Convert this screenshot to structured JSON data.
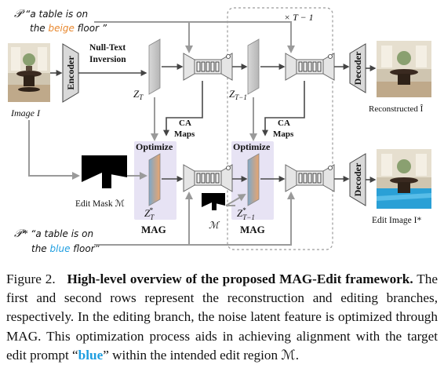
{
  "diagram": {
    "prompt_source_symbol": "𝒫",
    "prompt_source_text_a": "“a table is on",
    "prompt_source_text_b_pre": "the ",
    "prompt_source_text_b_word": "beige",
    "prompt_source_text_b_post": " floor ”",
    "prompt_target_symbol": "𝒫*",
    "prompt_target_text_a": "“a table is on",
    "prompt_target_text_b_pre": "the ",
    "prompt_target_text_b_word": "blue",
    "prompt_target_text_b_post": " floor”",
    "image_label": "Image I",
    "encoder_label": "Encoder",
    "inversion_label_1": "Null-Text",
    "inversion_label_2": "Inversion",
    "z_t_label": "ZT",
    "z_t1_label": "ZT−1",
    "repeat_label": "× T − 1",
    "decoder_label_top": "Decoder",
    "decoder_label_bottom": "Decoder",
    "reconstructed_label": "Reconstructed Î",
    "ca_maps_1a": "CA",
    "ca_maps_1b": "Maps",
    "ca_maps_2a": "CA",
    "ca_maps_2b": "Maps",
    "optimize_1": "Optimize",
    "optimize_2": "Optimize",
    "zt_star_label": "ZT*",
    "zt1_star_label": "ZT−1*",
    "mag_1": "MAG",
    "mag_2": "MAG",
    "edit_mask_label": "Edit Mask ℳ",
    "mask_small_label": "ℳ",
    "edit_image_label": "Edit Image I*",
    "colors": {
      "beige": "#e8882f",
      "blue": "#1e9ee0",
      "optimize": "#7a3fbf",
      "mag_region": "#e7e3f4"
    }
  },
  "caption": {
    "fig_label": "Figure 2.",
    "title": "High-level overview of the proposed MAG-Edit framework.",
    "text_1": "The first and second rows represent the reconstruction and editing branches, respectively. In the editing branch, the noise latent feature is optimized through MAG. This optimization process aids in achieving alignment with the target edit prompt",
    "quote_open": "“",
    "blue_word": "blue",
    "quote_close": "”",
    "text_2": "within the intended edit region ℳ."
  }
}
